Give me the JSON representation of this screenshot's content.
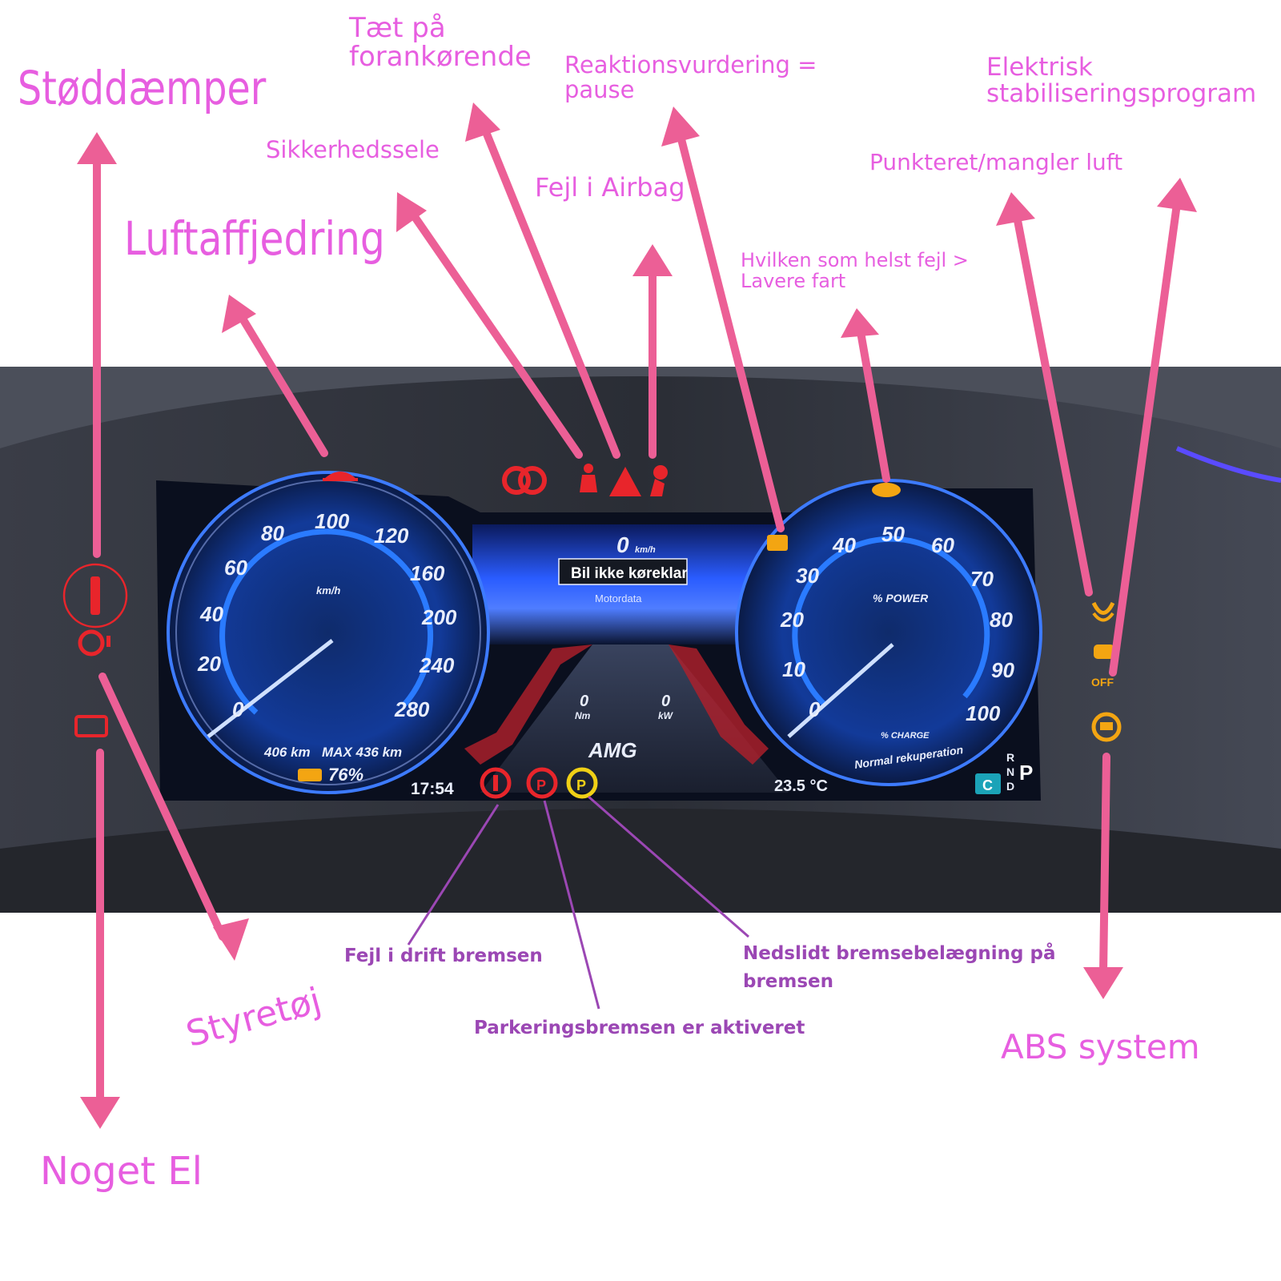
{
  "labels": {
    "stoddaemper": "Støddæmper",
    "luftaffjedring": "Luftaffjedring",
    "sikkerhedssele": "Sikkerhedssele",
    "taet_paa": "Tæt på\nforankørende",
    "airbag": "Fejl i Airbag",
    "reaktion": "Reaktionsvurdering =\npause",
    "hvilken": "Hvilken som helst fejl >\nLavere fart",
    "elektrisk": "Elektrisk\nstabiliseringsprogram",
    "punkteret": "Punkteret/mangler luft",
    "styretoj": "Styretøj",
    "noget_el": "Noget El",
    "abs": "ABS system",
    "fejl_drift": "Fejl i drift bremsen",
    "parkering": "Parkeringsbremsen er aktiveret",
    "nedslidt": "Nedslidt bremsebelægning på\nbremsen"
  },
  "speedometer": {
    "ticks": [
      "0",
      "20",
      "40",
      "60",
      "80",
      "100",
      "120",
      "160",
      "200",
      "240",
      "280"
    ],
    "unit": "km/h",
    "range_a": "406 km",
    "range_max": "MAX 436 km",
    "battery": "76%"
  },
  "power_gauge": {
    "ticks": [
      "0",
      "10",
      "20",
      "30",
      "40",
      "50",
      "60",
      "70",
      "80",
      "90",
      "100"
    ],
    "title": "% POWER",
    "charge": "% CHARGE",
    "recup": "Normal rekuperation"
  },
  "center": {
    "speed": "0",
    "speed_unit": "km/h",
    "status": "Bil ikke køreklar",
    "sub": "Motordata",
    "torque": "0",
    "torque_unit": "Nm",
    "power": "0",
    "power_unit": "kW",
    "brand": "AMG",
    "time": "17:54",
    "temp": "23.5 °C",
    "gear_p": "P",
    "gear_r": "R",
    "gear_n": "N",
    "gear_d": "D",
    "mode": "C",
    "esp_off": "OFF"
  },
  "colors": {
    "pink": "#e75ee0",
    "arrow": "#ec5f96",
    "purple": "#9b47b4",
    "red": "#e8252b",
    "amber": "#f3a512",
    "gauge_blue": "#1f6bff"
  }
}
